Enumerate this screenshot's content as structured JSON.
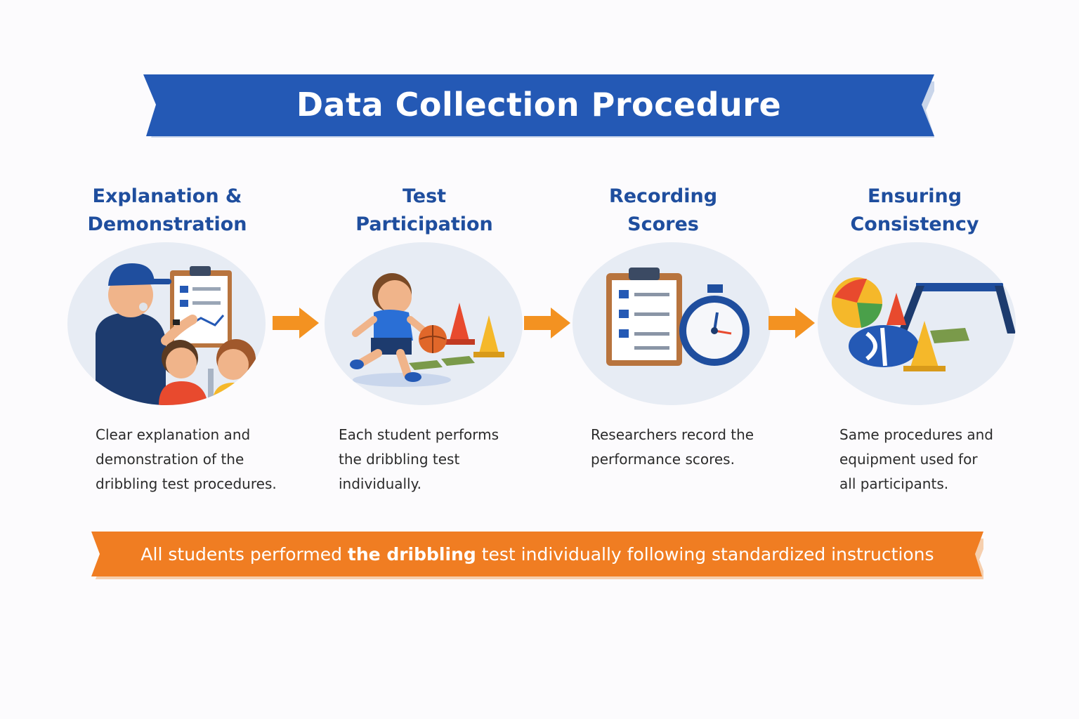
{
  "title": "Data Collection Procedure",
  "steps": [
    {
      "title_line1": "Explanation &",
      "title_line2": "Demonstration",
      "desc_line1": "Clear explanation and",
      "desc_line2": "demonstration of the",
      "desc_line3": "dribbling test procedures."
    },
    {
      "title_line1": "Test",
      "title_line2": "Participation",
      "desc_line1": "Each student performs",
      "desc_line2": "the dribbling test",
      "desc_line3": "individually."
    },
    {
      "title_line1": "Recording",
      "title_line2": "Scores",
      "desc_line1": "Researchers record the",
      "desc_line2": "performance scores.",
      "desc_line3": ""
    },
    {
      "title_line1": "Ensuring",
      "title_line2": "Consistency",
      "desc_line1": "Same procedures and",
      "desc_line2": "equipment used for",
      "desc_line3": "all participants."
    }
  ],
  "footer": {
    "part1": "All students performed ",
    "bold": "the dribbling",
    "part2": " test individually following standardized instructions"
  },
  "colors": {
    "banner_blue": "#2459b5",
    "title_blue": "#1f4e9e",
    "footer_orange": "#f07d22",
    "arrow_orange": "#f39221"
  },
  "icons": [
    "coach-whistle-icon",
    "dribbling-child-icon",
    "clipboard-stopwatch-icon",
    "equipment-icon",
    "arrow-right-icon"
  ]
}
